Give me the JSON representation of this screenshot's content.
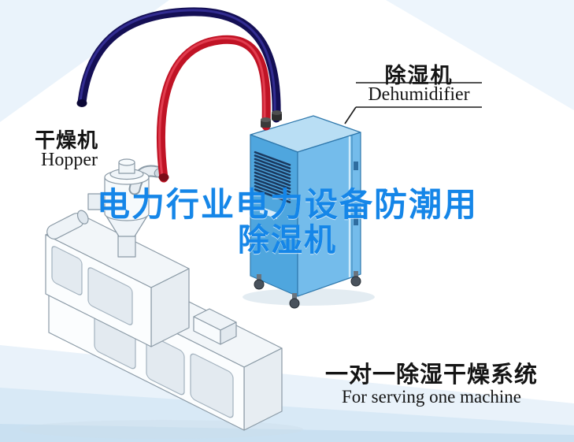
{
  "poster": {
    "background_color": "#ffffff",
    "accent_band_color": "#d8e9f6"
  },
  "machine_labels": {
    "dryer_cn": "干燥机",
    "dryer_en": "Hopper",
    "dehumidifier_cn": "除湿机",
    "dehumidifier_en": "Dehumidifier"
  },
  "title": {
    "line1": "电力行业电力设备防潮用",
    "line2": "除湿机",
    "color": "#1586e8"
  },
  "caption": {
    "line1_cn": "一对一除湿干燥系统",
    "line2_en": "For serving one machine"
  },
  "illustration": {
    "hose_red_color": "#c01325",
    "hose_navy_color": "#140f55",
    "cabinet_blue_color": "#4fa6de",
    "machine_body_color": "#f6f9fb"
  }
}
